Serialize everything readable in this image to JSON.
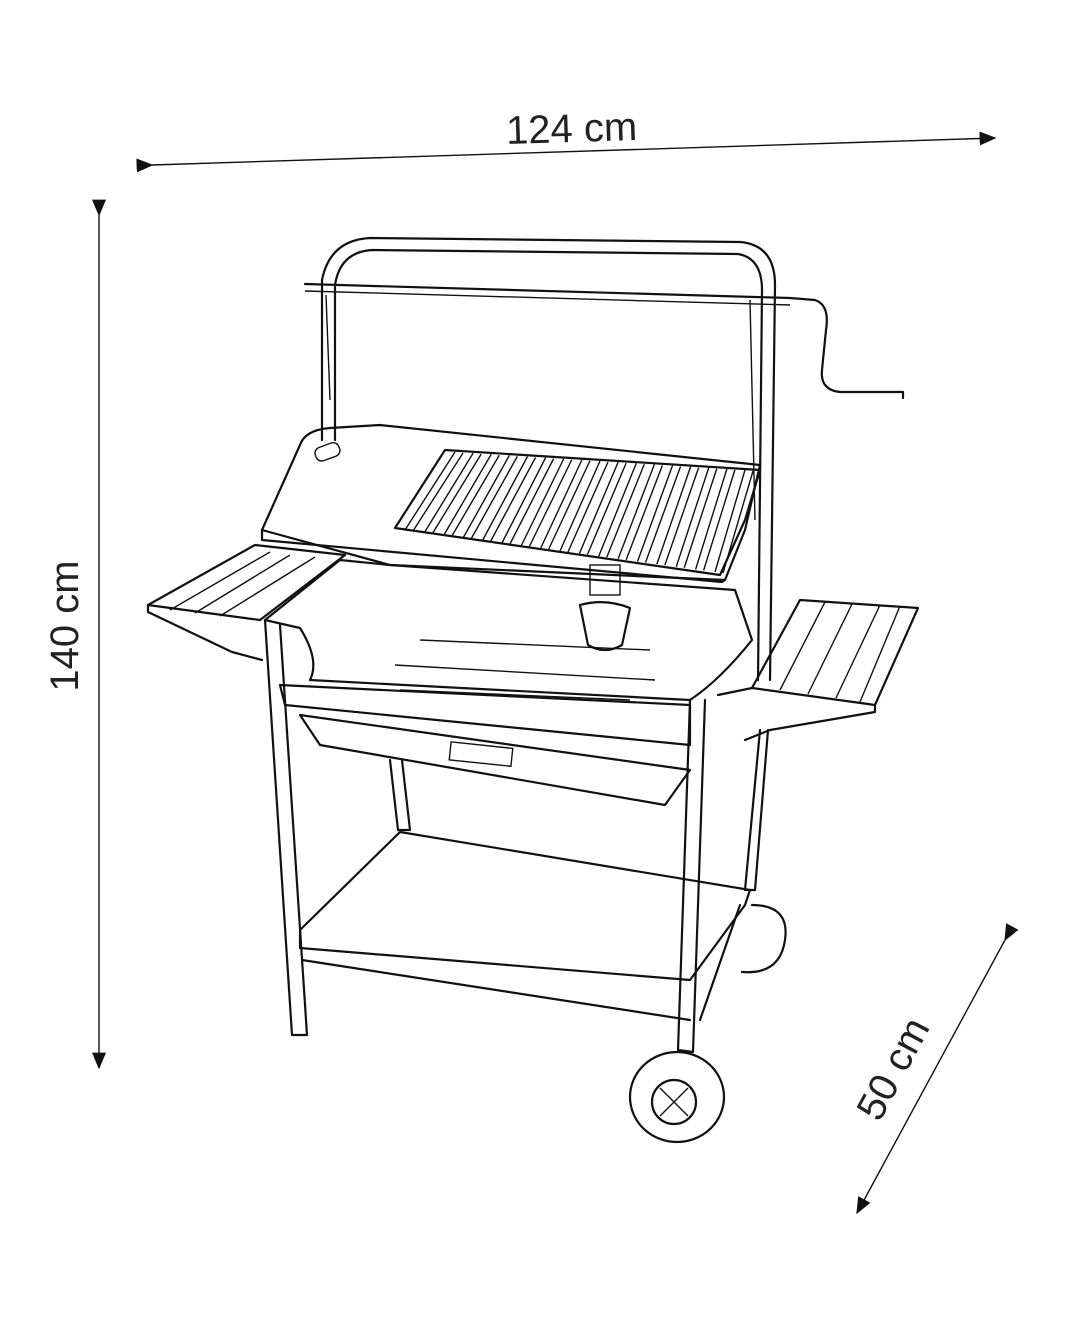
{
  "title": "Barbecue grill dimensions",
  "dimensions": {
    "width": "124 cm",
    "height": "140 cm",
    "depth": "50 cm"
  },
  "colors": {
    "line": "#111111",
    "background": "#ffffff"
  }
}
